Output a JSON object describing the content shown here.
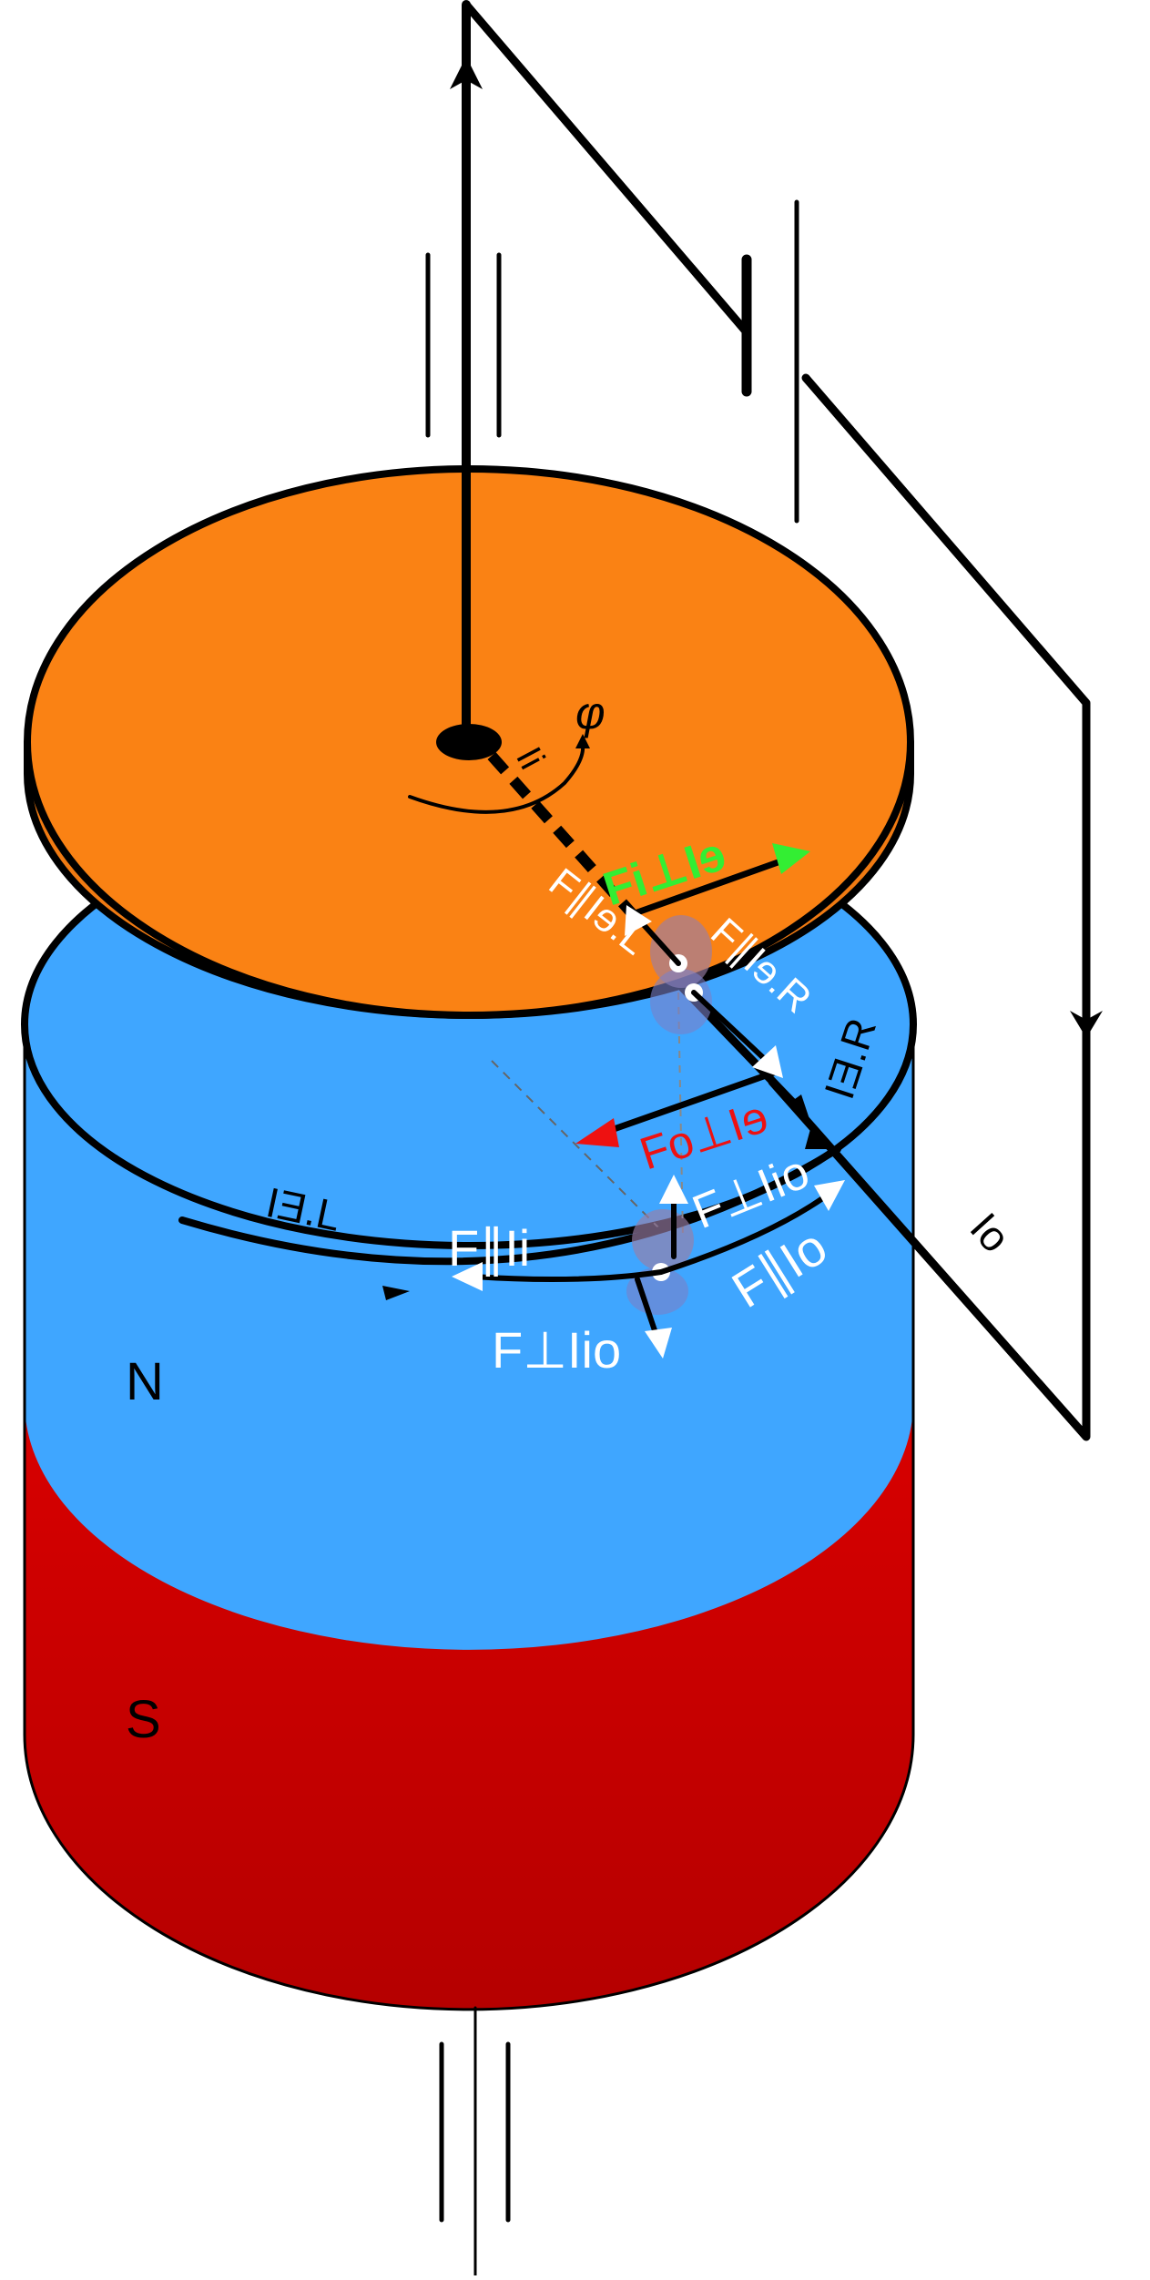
{
  "colors": {
    "disk_top": "#fa8214",
    "disk_rim": "#f07a12",
    "magnet_north": "#3fa6ff",
    "magnet_south_top": "#ee0000",
    "magnet_south_bottom": "#b50000",
    "stroke": "#000000",
    "force_inner_parallel": "#33ee33",
    "force_outer_perp": "#ee1111",
    "force_default": "#ffffff",
    "contact_zone": "#9aa0d6"
  },
  "icons": {
    "axle": "vertical-line",
    "battery": "battery-cell-icon",
    "current_arrow": "arrowhead-icon"
  },
  "magnet": {
    "north_label": "N",
    "south_label": "S"
  },
  "angle_label": "φ",
  "currents": {
    "inner": "Ii",
    "outer": "Io",
    "loop_left": "IƎ.L",
    "loop_right": "IƎ.R"
  },
  "forces": {
    "fi_perp_ie": "Fi⊥Iɘ",
    "fo_perp_ie": "Fo⊥Iɘ",
    "f_par_ie_l": "F∥Iɘ.L",
    "f_par_ie_r": "F∥Iɘ.R",
    "f_perp_iio_upper": "F⊥Iio",
    "f_perp_iio_lower": "F⊥Iio",
    "f_par_ii": "F∥Ii",
    "f_par_io": "F∥Io"
  }
}
